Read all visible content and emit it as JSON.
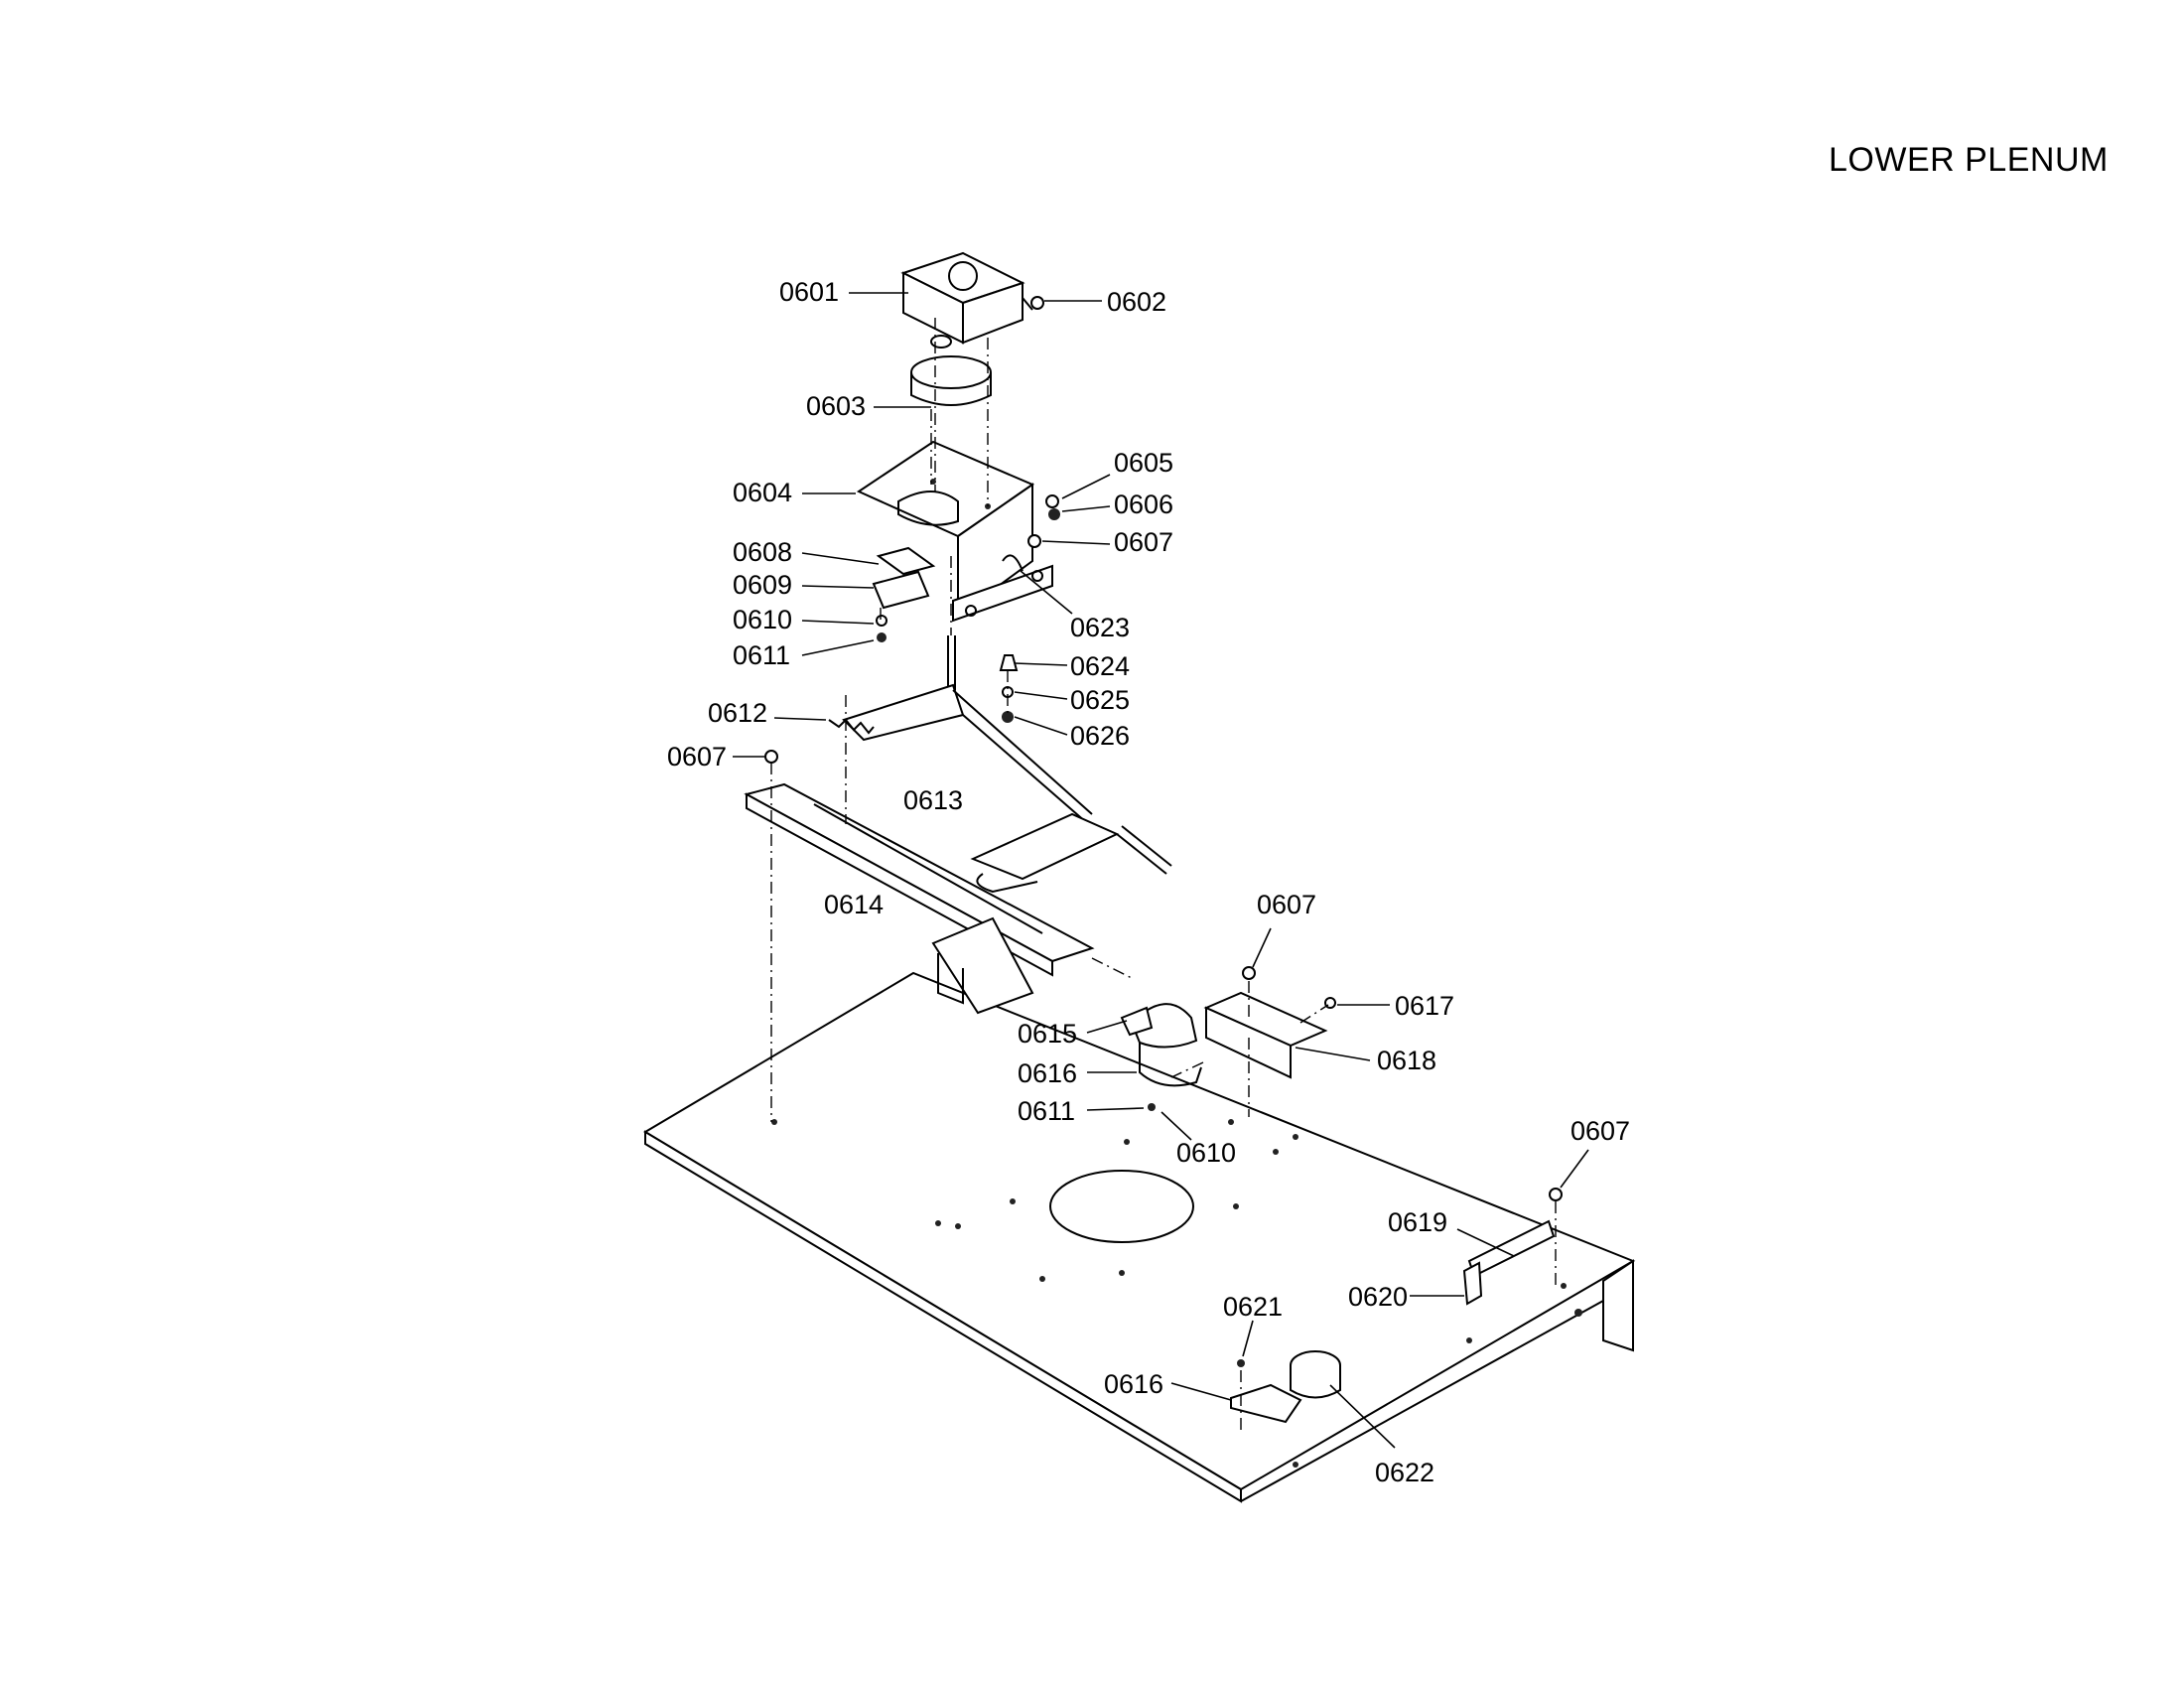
{
  "title": "LOWER PLENUM",
  "parts": {
    "p0601": "0601",
    "p0602": "0602",
    "p0603": "0603",
    "p0604": "0604",
    "p0605": "0605",
    "p0606": "0606",
    "p0607a": "0607",
    "p0608": "0608",
    "p0609": "0609",
    "p0610a": "0610",
    "p0611a": "0611",
    "p0623": "0623",
    "p0624": "0624",
    "p0625": "0625",
    "p0626": "0626",
    "p0612": "0612",
    "p0607b": "0607",
    "p0613": "0613",
    "p0614": "0614",
    "p0607c": "0607",
    "p0617": "0617",
    "p0615": "0615",
    "p0618": "0618",
    "p0616a": "0616",
    "p0611b": "0611",
    "p0610b": "0610",
    "p0607d": "0607",
    "p0619": "0619",
    "p0620": "0620",
    "p0621": "0621",
    "p0616b": "0616",
    "p0622": "0622"
  }
}
